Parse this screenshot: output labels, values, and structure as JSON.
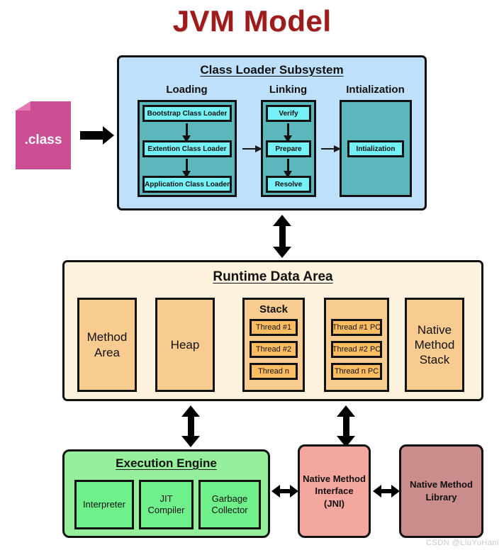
{
  "title": "JVM Model",
  "input": {
    "file_label": ".class",
    "icon": "file-document-icon"
  },
  "class_loader_subsystem": {
    "title": "Class Loader Subsystem",
    "columns": [
      {
        "heading": "Loading",
        "items": [
          "Bootstrap Class Loader",
          "Extention Class Loader",
          "Application Class Loader"
        ]
      },
      {
        "heading": "Linking",
        "items": [
          "Verify",
          "Prepare",
          "Resolve"
        ]
      },
      {
        "heading": "Intialization",
        "items": [
          "Intialization"
        ]
      }
    ]
  },
  "runtime_data_area": {
    "title": "Runtime Data Area",
    "method_area": "Method\nArea",
    "method_area_lines": [
      "Method",
      "Area"
    ],
    "heap": "Heap",
    "stack": {
      "heading": "Stack",
      "threads": [
        "Thread #1",
        "Thread #2",
        "Thread n"
      ]
    },
    "pc_registers": {
      "heading": "",
      "threads": [
        "Thread #1 PC",
        "Thread #2 PC",
        "Thread n PC"
      ]
    },
    "native_method_stack_lines": [
      "Native",
      "Method",
      "Stack"
    ]
  },
  "execution_engine": {
    "title": "Execution Engine",
    "components": [
      {
        "lines": [
          "Interpreter"
        ]
      },
      {
        "lines": [
          "JIT",
          "Compiler"
        ]
      },
      {
        "lines": [
          "Garbage",
          "Collector"
        ]
      }
    ]
  },
  "native_method_interface": {
    "lines": [
      "Native Method",
      "Interface",
      "(JNI)"
    ]
  },
  "native_method_library": {
    "lines": [
      "Native Method",
      "Library"
    ]
  },
  "watermark": "CSDN @LiuYuHani",
  "colors": {
    "title": "#9e1b1b",
    "class_file": "#cc4f96",
    "class_loader_bg": "#bfe0fa",
    "teal_column": "#5cb8bd",
    "cyan_box": "#74f0f7",
    "runtime_bg": "#fdf2de",
    "orange_column": "#f8cb90",
    "thread_box": "#fbbc62",
    "execution_engine_bg": "#95ef9b",
    "execution_box": "#6ff08a",
    "jni": "#f4a79e",
    "native_library": "#cb8c8c",
    "border": "#111111"
  }
}
